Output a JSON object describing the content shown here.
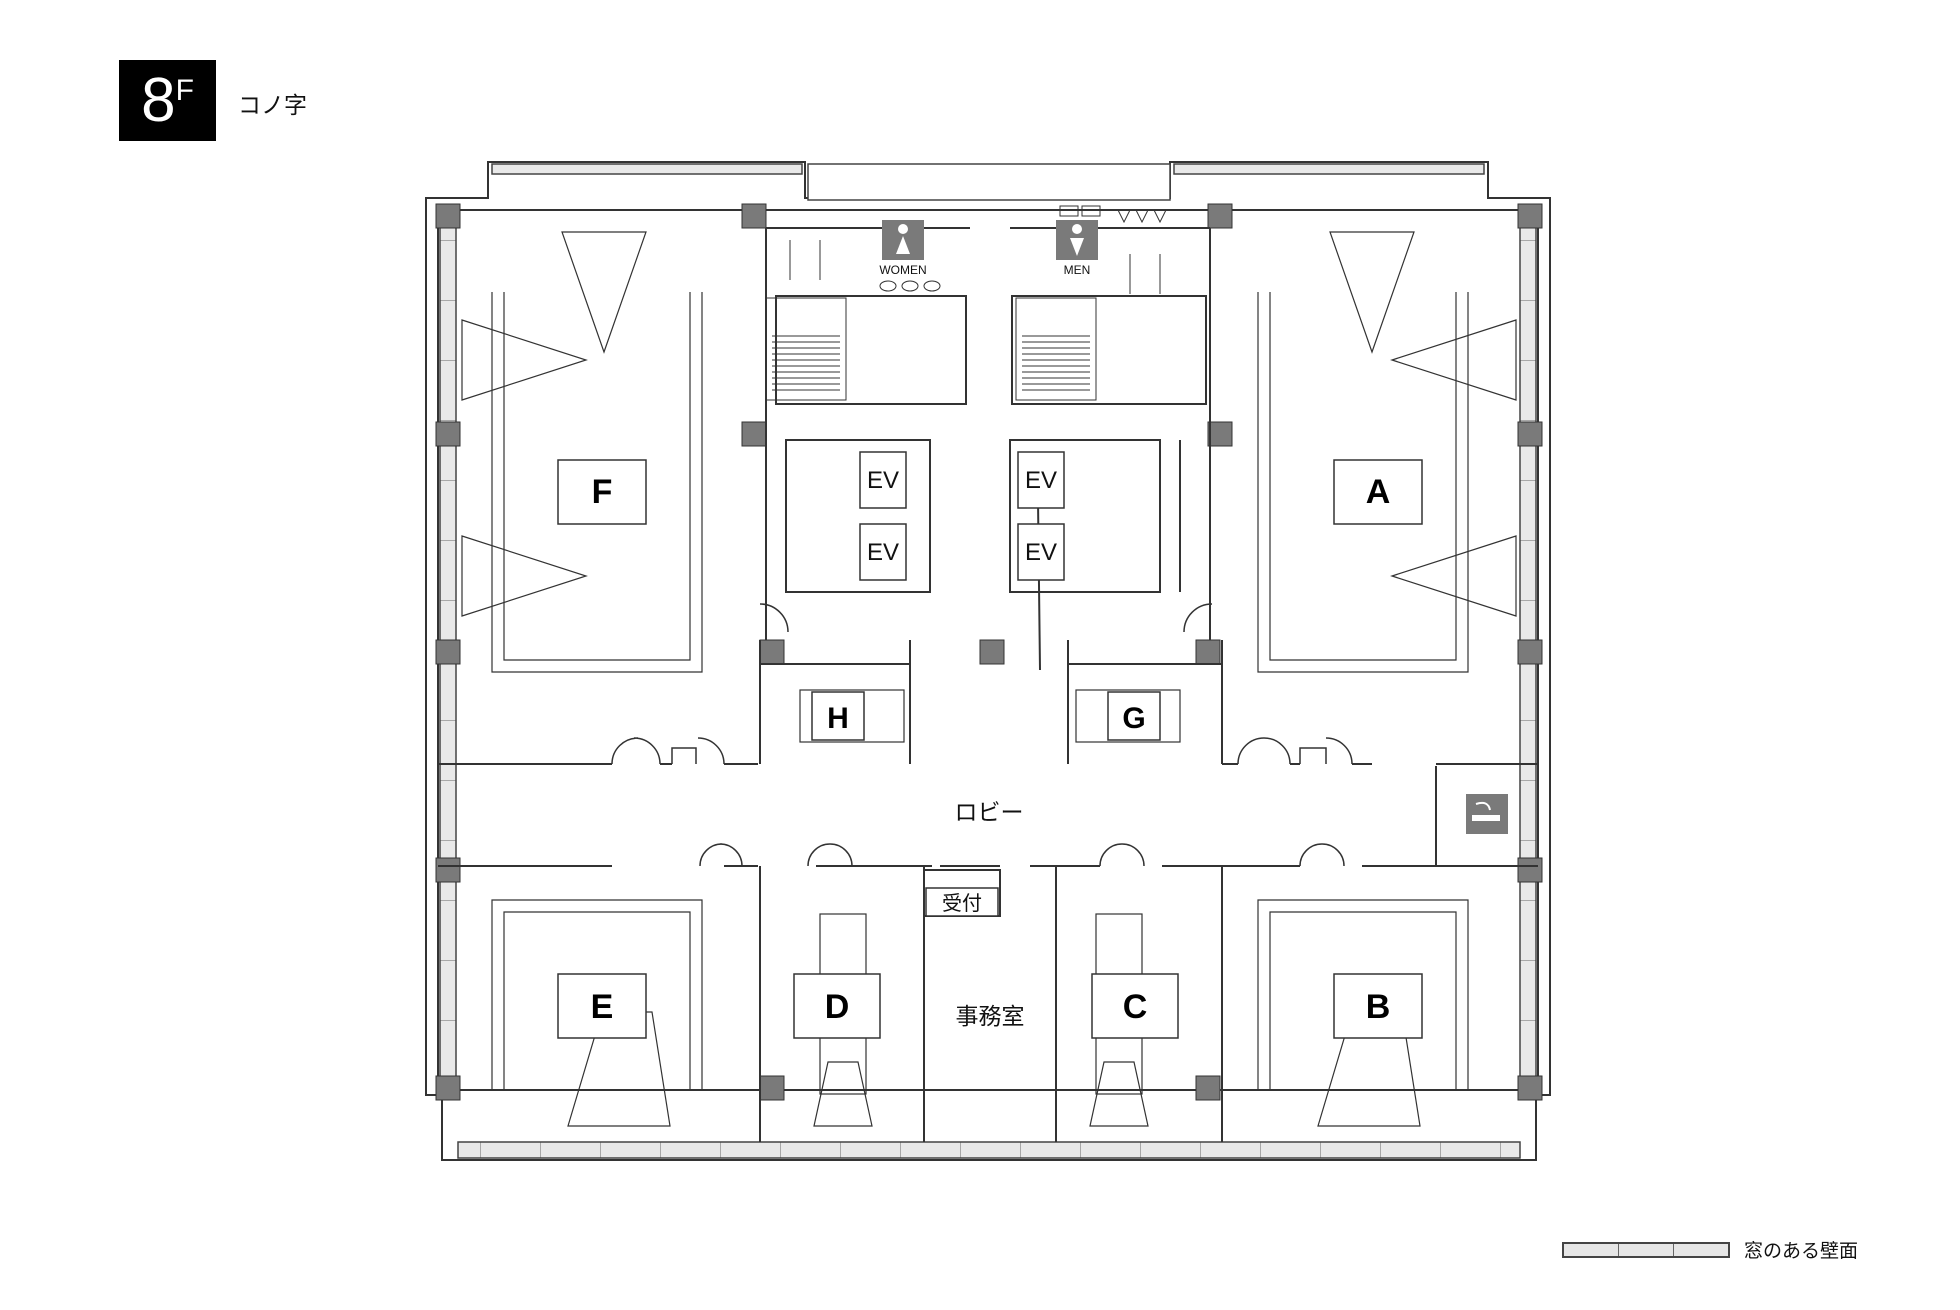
{
  "header": {
    "floor_number": "8",
    "floor_suffix": "F",
    "layout_name": "コノ字"
  },
  "rooms": [
    {
      "id": "A",
      "label": "A"
    },
    {
      "id": "B",
      "label": "B"
    },
    {
      "id": "C",
      "label": "C"
    },
    {
      "id": "D",
      "label": "D"
    },
    {
      "id": "E",
      "label": "E"
    },
    {
      "id": "F",
      "label": "F"
    },
    {
      "id": "G",
      "label": "G"
    },
    {
      "id": "H",
      "label": "H"
    }
  ],
  "areas": {
    "lobby": "ロビー",
    "office": "事務室",
    "reception": "受付",
    "women": "WOMEN",
    "men": "MEN",
    "elevator": "EV"
  },
  "legend": {
    "window_wall": "窓のある壁面"
  },
  "colors": {
    "wall": "#333333",
    "column": "#7a7a7a",
    "window": "#e6e6e6",
    "icon_bg": "#7a7a7a"
  },
  "icons": [
    "women-restroom-icon",
    "men-restroom-icon",
    "smoking-area-icon"
  ]
}
